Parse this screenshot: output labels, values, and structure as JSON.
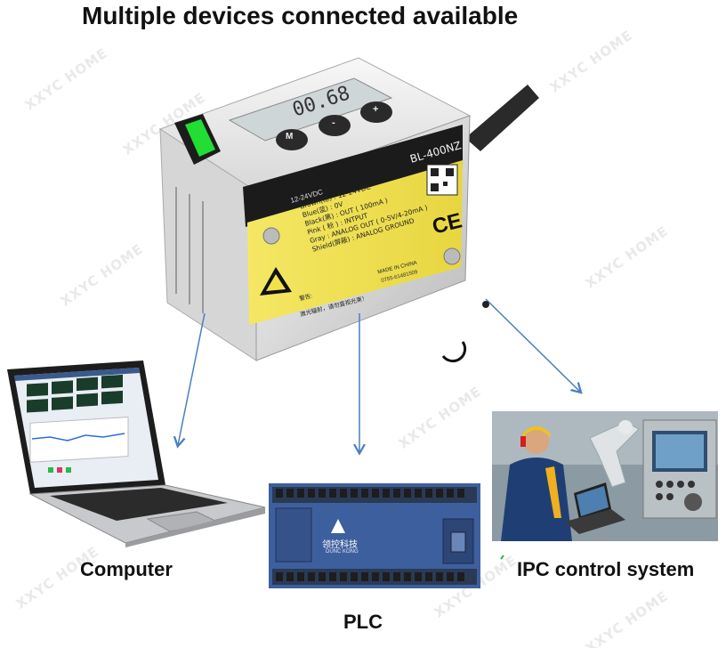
{
  "title": "Multiple devices connected available",
  "labels": {
    "computer": "Computer",
    "plc": "PLC",
    "ipc": "IPC control system"
  },
  "watermark": "XXYC HOME",
  "sensor": {
    "model": "BL-400NZ",
    "display_value": "00.68",
    "power": "12-24VDC",
    "wires": [
      "Brown(棕) : 12-24VDC",
      "Blue(蓝) : 0V",
      "Black(黑) : OUT ( 100mA )",
      "Pink ( 粉 ) : INTPUT",
      "Gray : ANALOG OUT ( 0-5V/4-20mA )",
      "Shield(屏蔽) : ANALOG GROUND"
    ],
    "ce_mark": "CE",
    "made_in": "MADE IN CHINA",
    "phone": "0755-61481509",
    "warning": "警告:",
    "warning_text": "激光辐射，请勿直视光束！",
    "buttons": [
      "M",
      "-",
      "+"
    ]
  },
  "plc_brand": "领控科技",
  "plc_brand_sub": "DUNC KONG",
  "colors": {
    "label_yellow": "#f2e24a",
    "arrow_blue": "#4a7fc0",
    "led_green": "#22dd33",
    "plc_blue": "#4a6fb0"
  }
}
